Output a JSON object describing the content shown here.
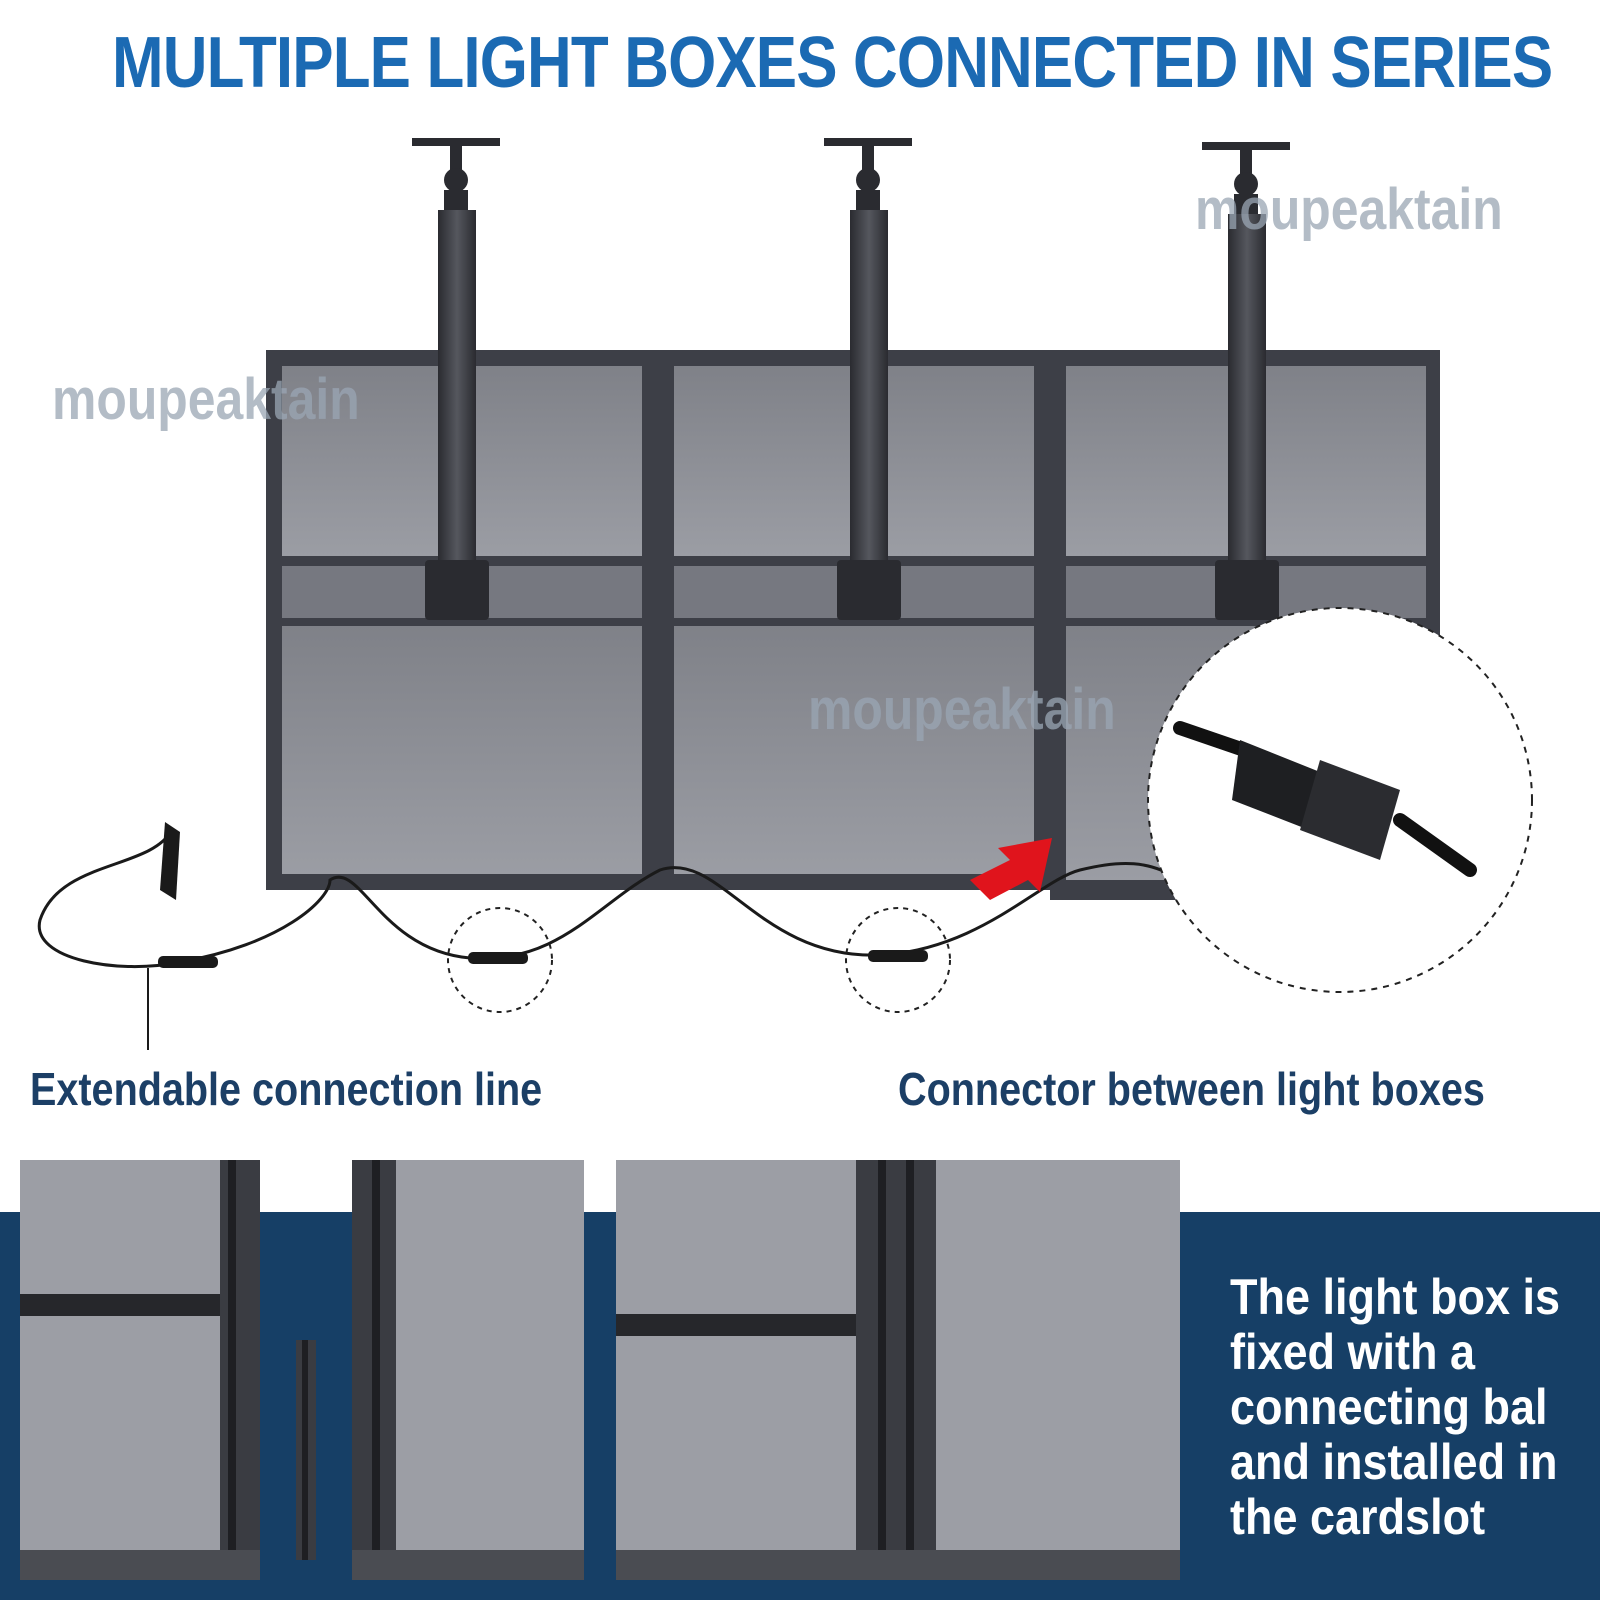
{
  "title": "MULTIPLE LIGHT BOXES CONNECTED IN SERIES",
  "watermark": "moupeaktain",
  "labels": {
    "extendable": "Extendable connection line",
    "connector": "Connector between light boxes"
  },
  "caption_lines": [
    "The light box is",
    "fixed with a",
    "connecting bal",
    "and installed in",
    "the cardslot"
  ],
  "colors": {
    "title": "#1b6ab3",
    "label": "#1c3f66",
    "band": "#163f66",
    "caption": "#ffffff",
    "frame": "#3d3f47",
    "panel": "#8f9198",
    "arrow": "#e0141c"
  },
  "icons": [
    "red-arrow-icon",
    "magnifier-circle-icon"
  ]
}
